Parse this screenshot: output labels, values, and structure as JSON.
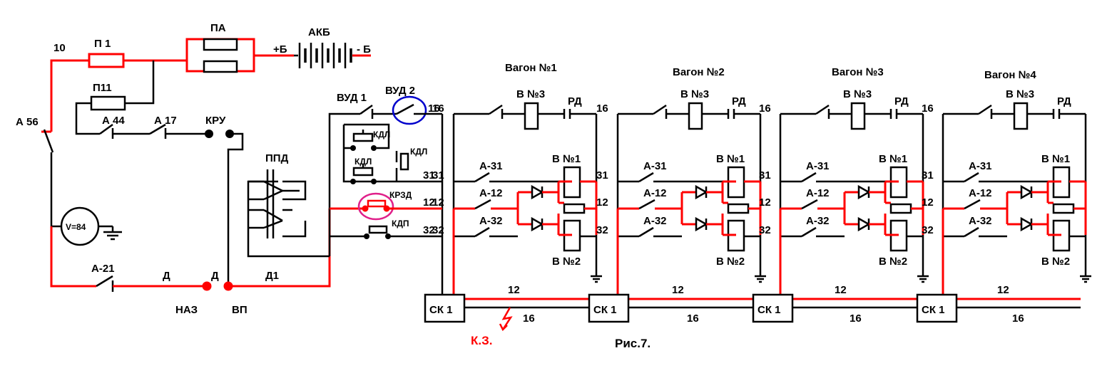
{
  "power": {
    "wire_10": "10",
    "fuse_p1": "П 1",
    "fuse_pa": "ПА",
    "battery": "АКБ",
    "plus": "+Б",
    "minus": "- Б",
    "fuse_p11": "П11",
    "switch_a56": "А 56",
    "switch_a44": "А 44",
    "switch_a17": "А 17",
    "kru": "КРУ",
    "voltmeter": "V=84",
    "switch_a21": "А-21",
    "wire_d1": "Д",
    "wire_d2": "Д",
    "wire_d3": "Д1",
    "naz": "НАЗ",
    "vp": "ВП"
  },
  "control": {
    "vud1": "ВУД 1",
    "vud2": "ВУД 2",
    "ppd": "ППД",
    "kdl_a": "КДЛ",
    "kdl_b": "КДЛ",
    "kdl_c": "КДЛ",
    "krzd": "КРЗД",
    "kdp": "КДП",
    "w16": "16",
    "w31": "31",
    "w12": "12",
    "w32": "32"
  },
  "cars": [
    {
      "title": "Вагон №1",
      "sk": "СК 1",
      "w16": "16",
      "w31": "31",
      "w12": "12",
      "w32": "32",
      "a31": "А-31",
      "a12": "А-12",
      "a32": "А-32",
      "v3": "В №3",
      "rd": "РД",
      "v1": "В №1",
      "v2": "В №2",
      "bus12": "12",
      "bus16": "16"
    },
    {
      "title": "Вагон №2",
      "sk": "СК 1",
      "w16": "16",
      "w31": "31",
      "w12": "12",
      "w32": "32",
      "a31": "А-31",
      "a12": "А-12",
      "a32": "А-32",
      "v3": "В №3",
      "rd": "РД",
      "v1": "В №1",
      "v2": "В №2",
      "bus12": "12",
      "bus16": "16"
    },
    {
      "title": "Вагон №3",
      "sk": "СК 1",
      "w16": "16",
      "w31": "31",
      "w12": "12",
      "w32": "32",
      "a31": "А-31",
      "a12": "А-12",
      "a32": "А-32",
      "v3": "В №3",
      "rd": "РД",
      "v1": "В №1",
      "v2": "В №2",
      "bus12": "12",
      "bus16": "16"
    },
    {
      "title": "Вагон №4",
      "sk": "СК 1",
      "w16": "16",
      "w31": "31",
      "w12": "12",
      "w32": "32",
      "a31": "А-31",
      "a12": "А-12",
      "a32": "А-32",
      "v3": "В №3",
      "rd": "РД",
      "v1": "В №1",
      "v2": "В №2",
      "bus12": "12",
      "bus16": "16"
    }
  ],
  "fault": {
    "label": "К.З."
  },
  "caption": "Рис.7.",
  "colors": {
    "active": "#ff0000",
    "wire": "#000000",
    "vud2_ring": "#0000cc",
    "krzd_ring": "#e0208a"
  }
}
